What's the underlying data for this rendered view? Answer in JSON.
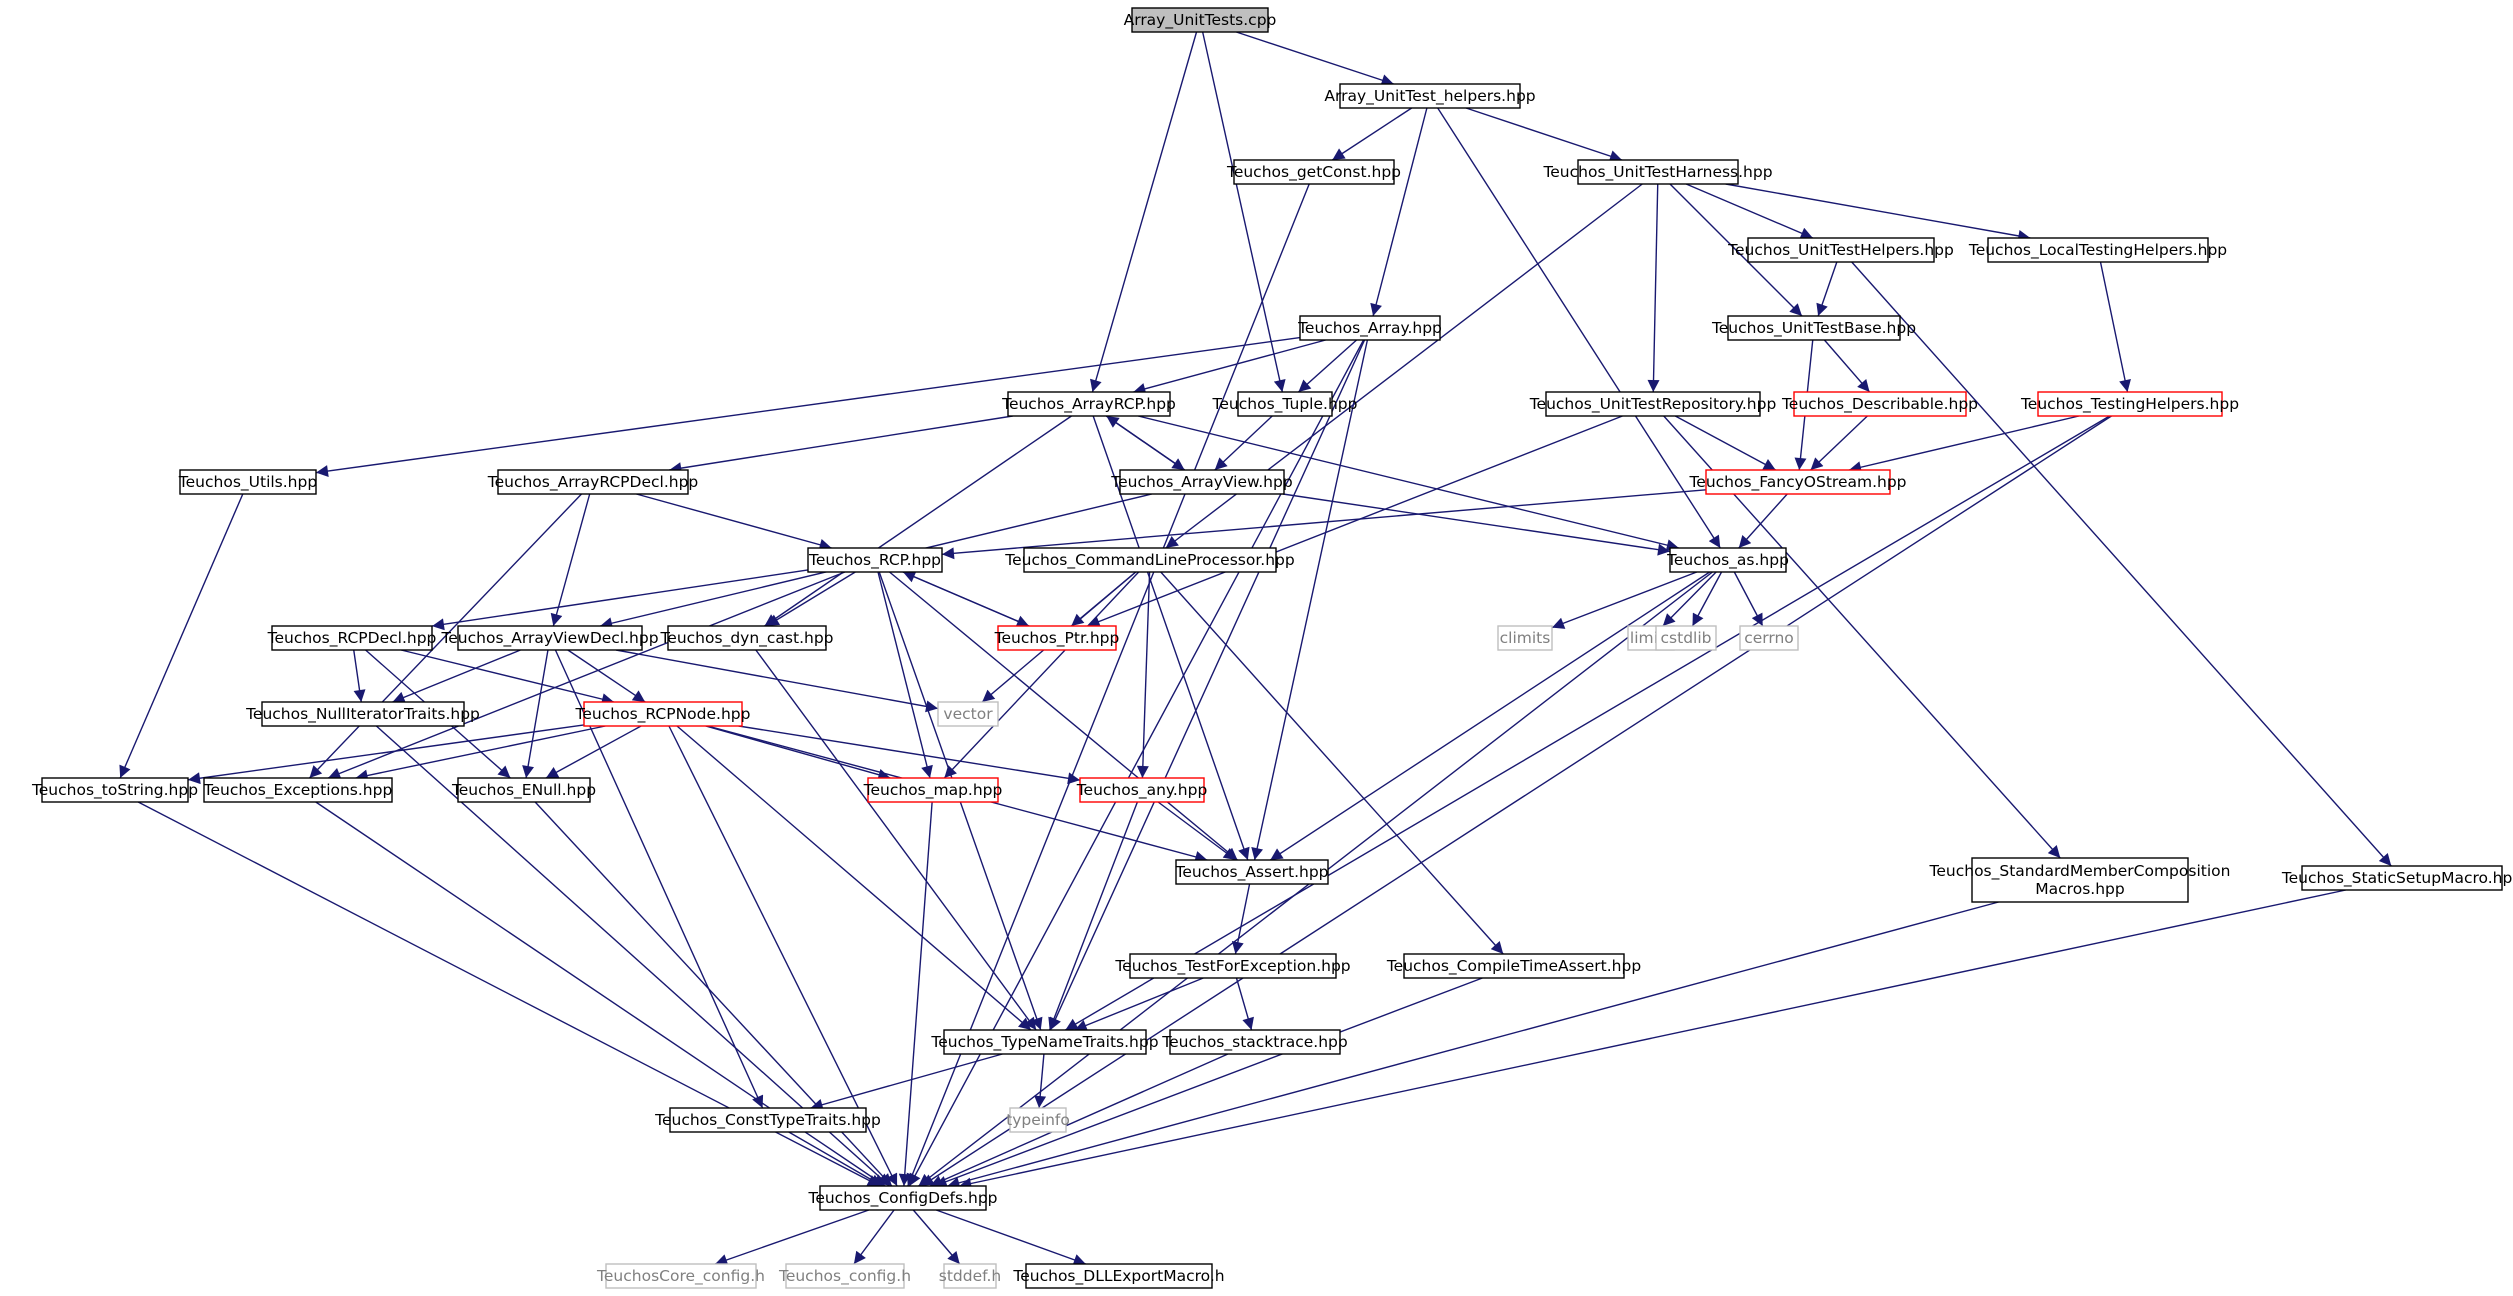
{
  "graph": {
    "nodes": [
      {
        "id": "n0",
        "label": "Array_UnitTests.cpp",
        "style": "root"
      },
      {
        "id": "n1",
        "label": "Array_UnitTest_helpers.hpp",
        "style": "normal"
      },
      {
        "id": "n2",
        "label": "Teuchos_getConst.hpp",
        "style": "normal"
      },
      {
        "id": "n3",
        "label": "Teuchos_UnitTestHarness.hpp",
        "style": "normal"
      },
      {
        "id": "n4",
        "label": "Teuchos_UnitTestHelpers.hpp",
        "style": "normal"
      },
      {
        "id": "n5",
        "label": "Teuchos_LocalTestingHelpers.hpp",
        "style": "normal"
      },
      {
        "id": "n6",
        "label": "Teuchos_Array.hpp",
        "style": "normal"
      },
      {
        "id": "n7",
        "label": "Teuchos_UnitTestBase.hpp",
        "style": "normal"
      },
      {
        "id": "n8",
        "label": "Teuchos_ArrayRCP.hpp",
        "style": "normal"
      },
      {
        "id": "n9",
        "label": "Teuchos_Tuple.hpp",
        "style": "normal"
      },
      {
        "id": "n10",
        "label": "Teuchos_UnitTestRepository.hpp",
        "style": "normal"
      },
      {
        "id": "n11",
        "label": "Teuchos_Describable.hpp",
        "style": "red"
      },
      {
        "id": "n12",
        "label": "Teuchos_TestingHelpers.hpp",
        "style": "red"
      },
      {
        "id": "n13",
        "label": "Teuchos_Utils.hpp",
        "style": "normal"
      },
      {
        "id": "n14",
        "label": "Teuchos_ArrayRCPDecl.hpp",
        "style": "normal"
      },
      {
        "id": "n15",
        "label": "Teuchos_ArrayView.hpp",
        "style": "normal"
      },
      {
        "id": "n16",
        "label": "Teuchos_FancyOStream.hpp",
        "style": "red"
      },
      {
        "id": "n17",
        "label": "Teuchos_RCP.hpp",
        "style": "normal"
      },
      {
        "id": "n18",
        "label": "Teuchos_CommandLineProcessor.hpp",
        "style": "normal"
      },
      {
        "id": "n19",
        "label": "Teuchos_as.hpp",
        "style": "normal"
      },
      {
        "id": "n20",
        "label": "Teuchos_RCPDecl.hpp",
        "style": "normal"
      },
      {
        "id": "n21",
        "label": "Teuchos_ArrayViewDecl.hpp",
        "style": "normal"
      },
      {
        "id": "n22",
        "label": "Teuchos_dyn_cast.hpp",
        "style": "normal"
      },
      {
        "id": "n23",
        "label": "Teuchos_Ptr.hpp",
        "style": "red"
      },
      {
        "id": "n24",
        "label": "climits",
        "style": "gray"
      },
      {
        "id": "n25",
        "label": "limits",
        "style": "gray"
      },
      {
        "id": "n26",
        "label": "cstdlib",
        "style": "gray"
      },
      {
        "id": "n27",
        "label": "cerrno",
        "style": "gray"
      },
      {
        "id": "n28",
        "label": "Teuchos_NullIteratorTraits.hpp",
        "style": "normal"
      },
      {
        "id": "n29",
        "label": "vector",
        "style": "gray"
      },
      {
        "id": "n30",
        "label": "Teuchos_RCPNode.hpp",
        "style": "red"
      },
      {
        "id": "n31",
        "label": "Teuchos_toString.hpp",
        "style": "normal"
      },
      {
        "id": "n32",
        "label": "Teuchos_Exceptions.hpp",
        "style": "normal"
      },
      {
        "id": "n33",
        "label": "Teuchos_ENull.hpp",
        "style": "normal"
      },
      {
        "id": "n34",
        "label": "Teuchos_map.hpp",
        "style": "red"
      },
      {
        "id": "n35",
        "label": "Teuchos_any.hpp",
        "style": "red"
      },
      {
        "id": "n36",
        "label": "Teuchos_Assert.hpp",
        "style": "normal"
      },
      {
        "id": "n37",
        "label": "Teuchos_StandardMemberComposition\nMacros.hpp",
        "style": "normal"
      },
      {
        "id": "n38",
        "label": "Teuchos_StaticSetupMacro.hpp",
        "style": "normal"
      },
      {
        "id": "n39",
        "label": "Teuchos_TestForException.hpp",
        "style": "normal"
      },
      {
        "id": "n40",
        "label": "Teuchos_CompileTimeAssert.hpp",
        "style": "normal"
      },
      {
        "id": "n41",
        "label": "Teuchos_TypeNameTraits.hpp",
        "style": "normal"
      },
      {
        "id": "n42",
        "label": "Teuchos_stacktrace.hpp",
        "style": "normal"
      },
      {
        "id": "n43",
        "label": "typeinfo",
        "style": "gray"
      },
      {
        "id": "n44",
        "label": "Teuchos_ConstTypeTraits.hpp",
        "style": "normal"
      },
      {
        "id": "n45",
        "label": "Teuchos_ConfigDefs.hpp",
        "style": "normal"
      },
      {
        "id": "n46",
        "label": "TeuchosCore_config.h",
        "style": "gray"
      },
      {
        "id": "n47",
        "label": "Teuchos_config.h",
        "style": "gray"
      },
      {
        "id": "n48",
        "label": "stddef.h",
        "style": "gray"
      },
      {
        "id": "n49",
        "label": "Teuchos_DLLExportMacro.h",
        "style": "normal"
      }
    ],
    "edges": [
      [
        "n0",
        "n1"
      ],
      [
        "n0",
        "n8"
      ],
      [
        "n0",
        "n9"
      ],
      [
        "n1",
        "n2"
      ],
      [
        "n1",
        "n3"
      ],
      [
        "n1",
        "n6"
      ],
      [
        "n1",
        "n19"
      ],
      [
        "n2",
        "n45"
      ],
      [
        "n3",
        "n4"
      ],
      [
        "n3",
        "n5"
      ],
      [
        "n3",
        "n7"
      ],
      [
        "n3",
        "n10"
      ],
      [
        "n3",
        "n18"
      ],
      [
        "n4",
        "n7"
      ],
      [
        "n4",
        "n38"
      ],
      [
        "n5",
        "n12"
      ],
      [
        "n6",
        "n8"
      ],
      [
        "n6",
        "n9"
      ],
      [
        "n6",
        "n13"
      ],
      [
        "n6",
        "n41"
      ],
      [
        "n6",
        "n36"
      ],
      [
        "n6",
        "n45"
      ],
      [
        "n7",
        "n11"
      ],
      [
        "n7",
        "n16"
      ],
      [
        "n8",
        "n14"
      ],
      [
        "n8",
        "n15"
      ],
      [
        "n8",
        "n22"
      ],
      [
        "n8",
        "n19"
      ],
      [
        "n8",
        "n36"
      ],
      [
        "n9",
        "n15"
      ],
      [
        "n10",
        "n16"
      ],
      [
        "n10",
        "n23"
      ],
      [
        "n10",
        "n37"
      ],
      [
        "n11",
        "n16"
      ],
      [
        "n12",
        "n16"
      ],
      [
        "n12",
        "n41"
      ],
      [
        "n12",
        "n45"
      ],
      [
        "n13",
        "n31"
      ],
      [
        "n14",
        "n17"
      ],
      [
        "n14",
        "n21"
      ],
      [
        "n14",
        "n32"
      ],
      [
        "n15",
        "n8"
      ],
      [
        "n15",
        "n21"
      ],
      [
        "n15",
        "n19"
      ],
      [
        "n16",
        "n17"
      ],
      [
        "n16",
        "n19"
      ],
      [
        "n17",
        "n20"
      ],
      [
        "n17",
        "n22"
      ],
      [
        "n17",
        "n23"
      ],
      [
        "n17",
        "n32"
      ],
      [
        "n17",
        "n34"
      ],
      [
        "n17",
        "n36"
      ],
      [
        "n17",
        "n41"
      ],
      [
        "n18",
        "n23"
      ],
      [
        "n18",
        "n29"
      ],
      [
        "n18",
        "n34"
      ],
      [
        "n18",
        "n35"
      ],
      [
        "n18",
        "n40"
      ],
      [
        "n19",
        "n24"
      ],
      [
        "n19",
        "n25"
      ],
      [
        "n19",
        "n26"
      ],
      [
        "n19",
        "n27"
      ],
      [
        "n19",
        "n36"
      ],
      [
        "n19",
        "n45"
      ],
      [
        "n20",
        "n28"
      ],
      [
        "n20",
        "n30"
      ],
      [
        "n20",
        "n33"
      ],
      [
        "n21",
        "n28"
      ],
      [
        "n21",
        "n30"
      ],
      [
        "n21",
        "n29"
      ],
      [
        "n21",
        "n33"
      ],
      [
        "n21",
        "n44"
      ],
      [
        "n22",
        "n41"
      ],
      [
        "n23",
        "n17"
      ],
      [
        "n28",
        "n45"
      ],
      [
        "n30",
        "n31"
      ],
      [
        "n30",
        "n32"
      ],
      [
        "n30",
        "n33"
      ],
      [
        "n30",
        "n34"
      ],
      [
        "n30",
        "n35"
      ],
      [
        "n30",
        "n36"
      ],
      [
        "n30",
        "n41"
      ],
      [
        "n30",
        "n45"
      ],
      [
        "n31",
        "n45"
      ],
      [
        "n32",
        "n45"
      ],
      [
        "n33",
        "n45"
      ],
      [
        "n34",
        "n45"
      ],
      [
        "n35",
        "n36"
      ],
      [
        "n35",
        "n41"
      ],
      [
        "n36",
        "n39"
      ],
      [
        "n37",
        "n45"
      ],
      [
        "n38",
        "n45"
      ],
      [
        "n39",
        "n41"
      ],
      [
        "n39",
        "n42"
      ],
      [
        "n40",
        "n45"
      ],
      [
        "n41",
        "n43"
      ],
      [
        "n41",
        "n44"
      ],
      [
        "n42",
        "n45"
      ],
      [
        "n44",
        "n45"
      ],
      [
        "n45",
        "n46"
      ],
      [
        "n45",
        "n47"
      ],
      [
        "n45",
        "n48"
      ],
      [
        "n45",
        "n49"
      ]
    ]
  },
  "colors": {
    "edge": "#191970",
    "normal_border": "#000000",
    "red_border": "#ff0000",
    "gray_border": "#bfbfbf",
    "gray_text": "#808080",
    "root_fill": "#bfbfbf",
    "text": "#000000"
  }
}
